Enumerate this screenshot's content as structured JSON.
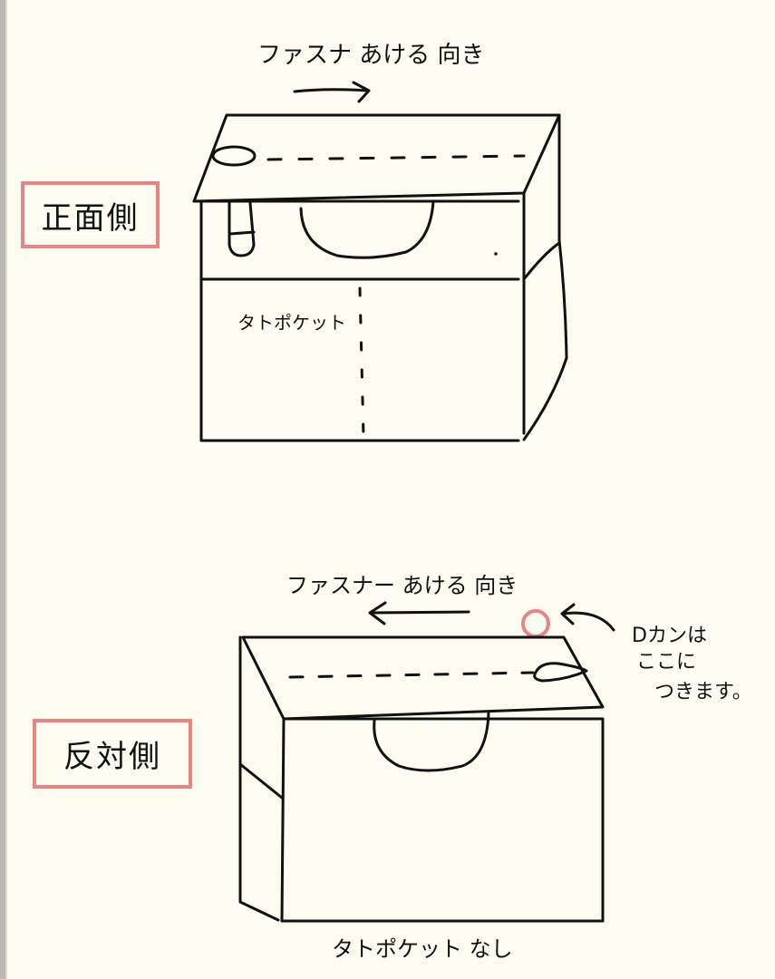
{
  "colors": {
    "background": "#fdfcf1",
    "ink": "#111111",
    "highlight": "#e88484",
    "left_strip": "#b9b8b3"
  },
  "front_view": {
    "label": "正面側",
    "zipper_direction_text": "ファスナ あける 向き",
    "zipper_direction_arrow": "right",
    "pocket_label": "タトポケット"
  },
  "back_view": {
    "label": "反対側",
    "zipper_direction_text": "ファスナー あける 向き",
    "zipper_direction_arrow": "left",
    "d_ring_note_line1": "Dカンは",
    "d_ring_note_line2": "ここに",
    "d_ring_note_line3": "つきます。",
    "pocket_note": "タトポケット なし"
  }
}
